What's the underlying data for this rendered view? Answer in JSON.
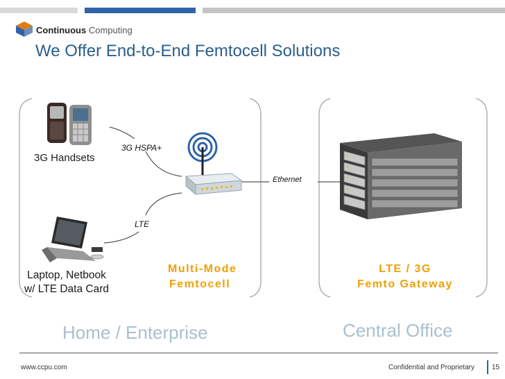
{
  "header": {
    "logo_bold": "Continuous",
    "logo_light": "Computing",
    "title": "We Offer End-to-End Femtocell Solutions",
    "bar_colors": [
      "#d9d9d9",
      "#2f63a8",
      "#c4c4c4"
    ]
  },
  "devices": {
    "handsets_label": "3G Handsets",
    "laptop_label_line1": "Laptop, Netbook",
    "laptop_label_line2": "w/ LTE Data Card"
  },
  "links": {
    "hspa": "3G HSPA+",
    "lte": "LTE",
    "ethernet": "Ethernet"
  },
  "femtocell": {
    "line1": "Multi-Mode",
    "line2": "Femtocell"
  },
  "gateway": {
    "line1": "LTE / 3G",
    "line2": "Femto Gateway"
  },
  "regions": {
    "home": "Home / Enterprise",
    "central": "Central Office"
  },
  "footer": {
    "url": "www.ccpu.com",
    "confidential": "Confidential and Proprietary",
    "page": "15"
  },
  "colors": {
    "title": "#2a5e8c",
    "accent_orange": "#f0a000",
    "region_text": "#a9bfcf"
  },
  "icons": [
    "logo-cube-icon",
    "mobile-phone-icon",
    "laptop-icon",
    "wireless-router-icon",
    "gateway-server-icon"
  ]
}
